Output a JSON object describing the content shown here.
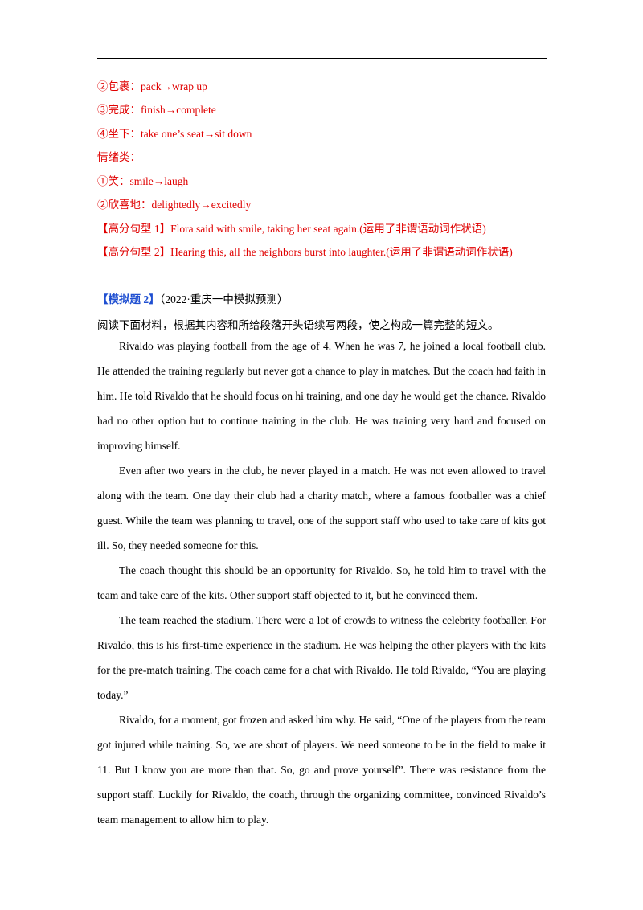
{
  "tips": [
    "②包裹：pack→wrap up",
    "③完成：finish→complete",
    "④坐下：take one’s seat→sit down",
    "情绪类：",
    "①笑：smile→laugh",
    "②欣喜地：delightedly→excitedly",
    "【高分句型 1】Flora said with smile, taking her seat again.(运用了非谓语动词作状语)",
    "【高分句型 2】Hearing this, all the neighbors burst into laughter.(运用了非谓语动词作状语)"
  ],
  "section": {
    "tag": "【模拟题 2】",
    "source": "（2022·重庆一中模拟预测）",
    "instruction": "阅读下面材料，根据其内容和所给段落开头语续写两段，使之构成一篇完整的短文。"
  },
  "paragraphs": [
    "Rivaldo was playing football from the age of 4. When he was 7, he joined a local football club. He attended the training regularly but never got a chance to play in matches. But the coach had faith in him. He told Rivaldo that he should focus on hi training, and one day he would get the chance. Rivaldo had no other option but to continue training in the club. He was training very hard and focused on improving himself.",
    "Even after two years in the club, he never played in a match. He was not even allowed to travel along with the team. One day their club had a charity match, where a famous footballer was a chief guest. While the team was planning to travel, one of the support staff who used to take care of kits got ill. So, they needed someone for this.",
    "The coach thought this should be an opportunity for Rivaldo. So, he told him to travel with the team and take care of the kits. Other support staff objected to it, but he convinced them.",
    "The team reached the stadium. There were a lot of crowds to witness the celebrity footballer. For Rivaldo, this is his first-time experience in the stadium. He was helping the other players with the kits for the pre-match training. The coach came for a chat with Rivaldo. He told Rivaldo, “You are playing today.”",
    "Rivaldo, for a moment, got frozen and asked him why. He said, “One of the players from the team got injured while training. So, we are short of players. We need someone to be in the field to make it 11. But I know you are more than that. So, go and prove yourself”. There was resistance from the support staff. Luckily for Rivaldo, the coach, through the organizing committee, convinced Rivaldo’s team management to allow him to play."
  ],
  "colors": {
    "tip": "#e00000",
    "heading_tag": "#1f4fd1",
    "body": "#000000"
  }
}
